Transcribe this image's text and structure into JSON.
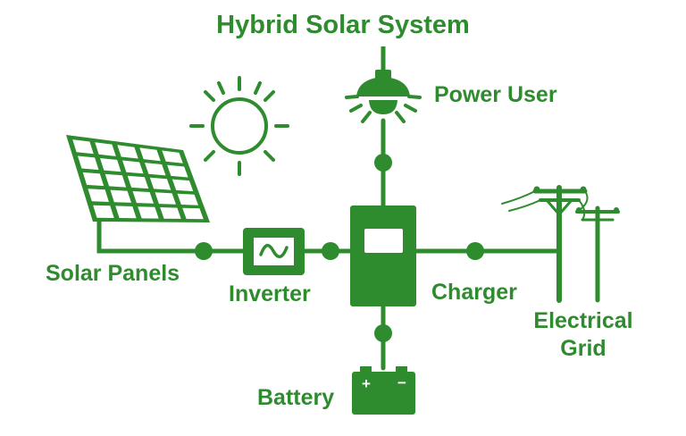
{
  "title": "Hybrid Solar System",
  "accent_color": "#2e8b2e",
  "components": {
    "power_user": {
      "label": "Power User",
      "icon": "light-bulb-icon"
    },
    "solar_panels": {
      "label": "Solar Panels",
      "icon": "solar-panel-icon"
    },
    "inverter": {
      "label": "Inverter",
      "icon": "inverter-sine-icon"
    },
    "charger": {
      "label": "Charger",
      "icon": "charge-controller-icon"
    },
    "electrical_grid": {
      "label_line1": "Electrical",
      "label_line2": "Grid",
      "icon": "power-pole-icon"
    },
    "battery": {
      "label": "Battery",
      "icon": "battery-icon",
      "plus": "+",
      "minus": "−"
    },
    "sun": {
      "icon": "sun-icon"
    }
  }
}
